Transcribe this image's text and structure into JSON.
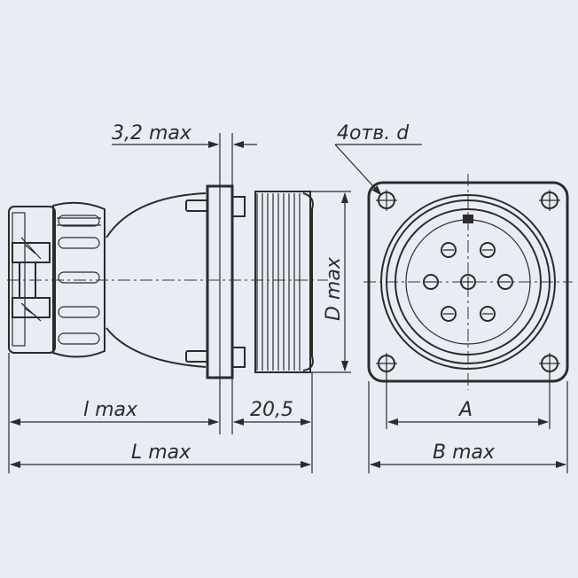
{
  "labels": {
    "flange_thickness": "3,2 max",
    "holes": "4отв. d",
    "thread_diameter": "D max",
    "length_small": "l max",
    "thread_length": "20,5",
    "length_total": "L max",
    "hole_spacing": "A",
    "flange_width": "B max"
  },
  "colors": {
    "background": "#e9ecf4",
    "ink": "#2b2b2b"
  }
}
